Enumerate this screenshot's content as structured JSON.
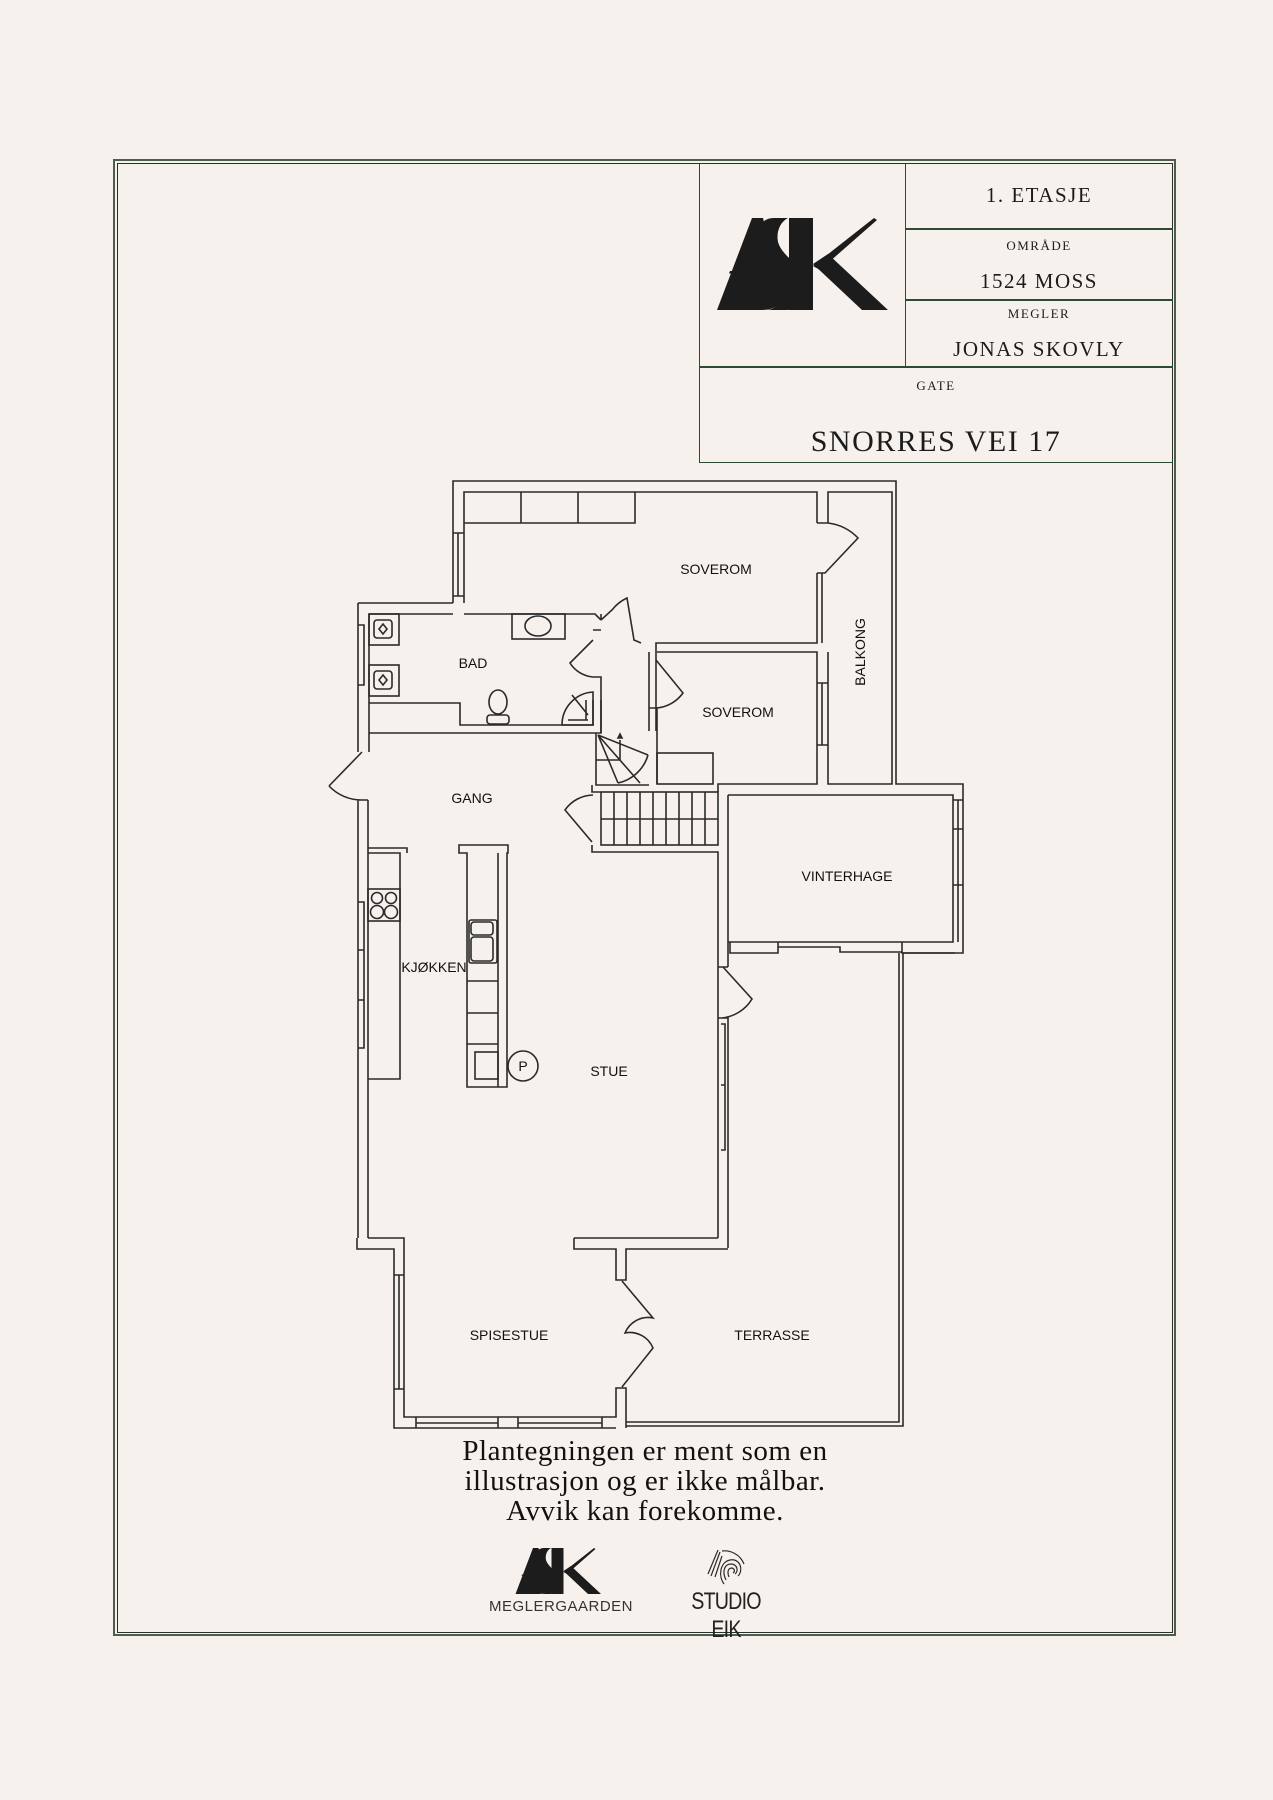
{
  "title_block": {
    "logo_text": "ASK",
    "floor": "1. ETASJE",
    "area_label": "OMRÅDE",
    "area_value": "1524 MOSS",
    "broker_label": "MEGLER",
    "broker_value": "JONAS SKOVLY",
    "street_label": "GATE",
    "street_value": "SNORRES VEI 17"
  },
  "rooms": {
    "soverom_1": "SOVEROM",
    "soverom_2": "SOVEROM",
    "balkong": "BALKONG",
    "bad": "BAD",
    "gang": "GANG",
    "kjokken": "KJØKKEN",
    "vinterhage": "VINTERHAGE",
    "stue": "STUE",
    "spisestue": "SPISESTUE",
    "terrasse": "TERRASSE",
    "parking_symbol": "P"
  },
  "disclaimer": {
    "line1": "Plantegningen er ment som en",
    "line2": "illustrasjon og er ikke målbar.",
    "line3": "Avvik kan forekomme."
  },
  "footer_logos": {
    "ask_logo_text": "ASK",
    "ask_subtitle": "MEGLERGAARDEN",
    "studio_name": "STUDIO EIK",
    "studio_icon": "fingerprint-leaf-icon"
  },
  "colors": {
    "background": "#f7f1ee",
    "frame_outer": "#4b5f4b",
    "title_block_lines": "#2f4a33",
    "ink": "#1b1b1b"
  }
}
